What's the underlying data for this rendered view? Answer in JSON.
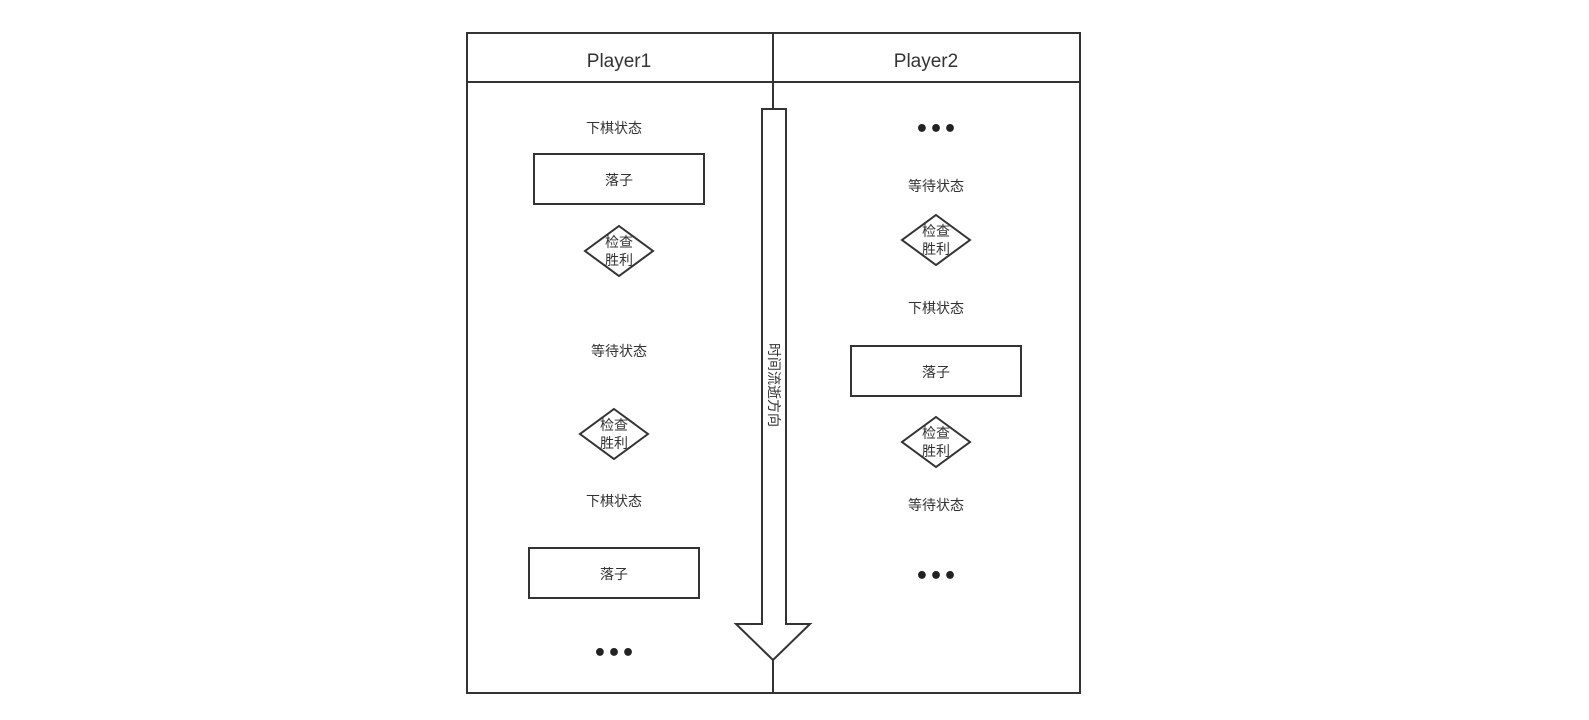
{
  "lanes": [
    {
      "header": "Player1",
      "steps": {
        "s1": "下棋状态",
        "s2": "落子",
        "s3": "检查\n胜利",
        "s4": "等待状态",
        "s5": "检查\n胜利",
        "s6": "下棋状态",
        "s7": "落子",
        "s8": "..."
      }
    },
    {
      "header": "Player2",
      "steps": {
        "s1": "...",
        "s2": "等待状态",
        "s3": "检查\n胜利",
        "s4": "下棋状态",
        "s5": "落子",
        "s6": "检查\n胜利",
        "s7": "等待状态",
        "s8": "..."
      }
    }
  ],
  "time_arrow_label": "时间流逝方向",
  "labels": {
    "check_line1": "检查",
    "check_line2": "胜利"
  }
}
